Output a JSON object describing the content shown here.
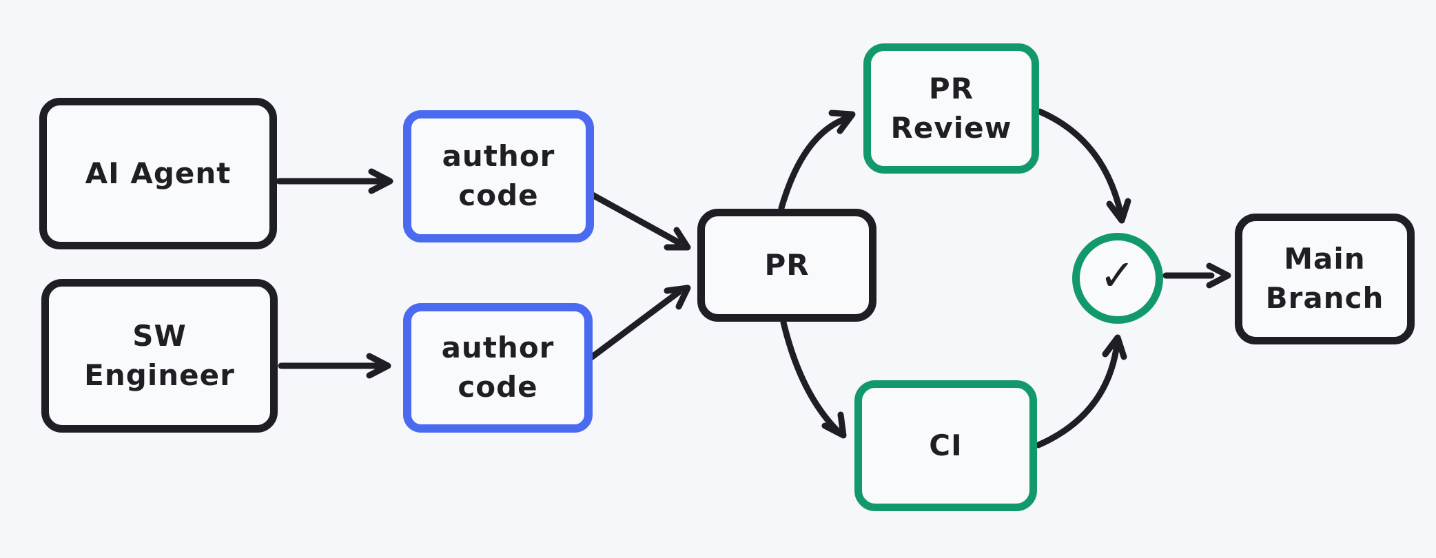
{
  "diagram": {
    "title": "PR workflow diagram",
    "colors": {
      "background": "#f6f7fa",
      "stroke_dark": "#1e1e24",
      "accent_blue": "#4a6af0",
      "accent_green": "#12996b"
    },
    "nodes": [
      {
        "id": "ai-agent",
        "label": "AI Agent",
        "accent": "dark"
      },
      {
        "id": "sw-engineer",
        "label": "SW\nEngineer",
        "accent": "dark"
      },
      {
        "id": "author-code-top",
        "label": "author\ncode",
        "accent": "blue"
      },
      {
        "id": "author-code-bottom",
        "label": "author\ncode",
        "accent": "blue"
      },
      {
        "id": "pr",
        "label": "PR",
        "accent": "dark"
      },
      {
        "id": "pr-review",
        "label": "PR\nReview",
        "accent": "green"
      },
      {
        "id": "ci",
        "label": "CI",
        "accent": "green"
      },
      {
        "id": "check",
        "label": "✓",
        "accent": "green"
      },
      {
        "id": "main-branch",
        "label": "Main\nBranch",
        "accent": "dark"
      }
    ],
    "edges": [
      {
        "from": "ai-agent",
        "to": "author-code-top"
      },
      {
        "from": "sw-engineer",
        "to": "author-code-bottom"
      },
      {
        "from": "author-code-top",
        "to": "pr"
      },
      {
        "from": "author-code-bottom",
        "to": "pr"
      },
      {
        "from": "pr",
        "to": "pr-review"
      },
      {
        "from": "pr",
        "to": "ci"
      },
      {
        "from": "pr-review",
        "to": "check"
      },
      {
        "from": "ci",
        "to": "check"
      },
      {
        "from": "check",
        "to": "main-branch"
      }
    ]
  }
}
